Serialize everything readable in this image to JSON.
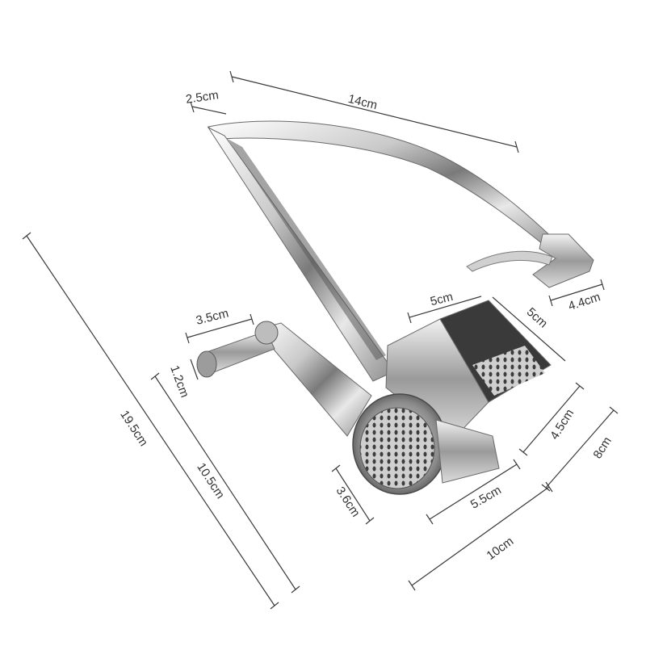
{
  "dimensions": {
    "top_width": "14cm",
    "handle_thickness": "2.5cm",
    "overall_height": "19.5cm",
    "crank_length": "3.5cm",
    "crank_knob": "1.2cm",
    "crank_height": "10.5cm",
    "hopper_width": "5cm",
    "hopper_depth": "5cm",
    "handle_tip": "4.4cm",
    "hopper_height": "4.5cm",
    "drum_diameter": "3.6cm",
    "drum_length": "5.5cm",
    "base_width": "10cm",
    "base_depth": "8cm"
  },
  "colors": {
    "steel_light": "#f4f4f4",
    "steel_mid": "#b8b8b8",
    "steel_dark": "#5a5a5a",
    "line": "#3a3a3a"
  }
}
